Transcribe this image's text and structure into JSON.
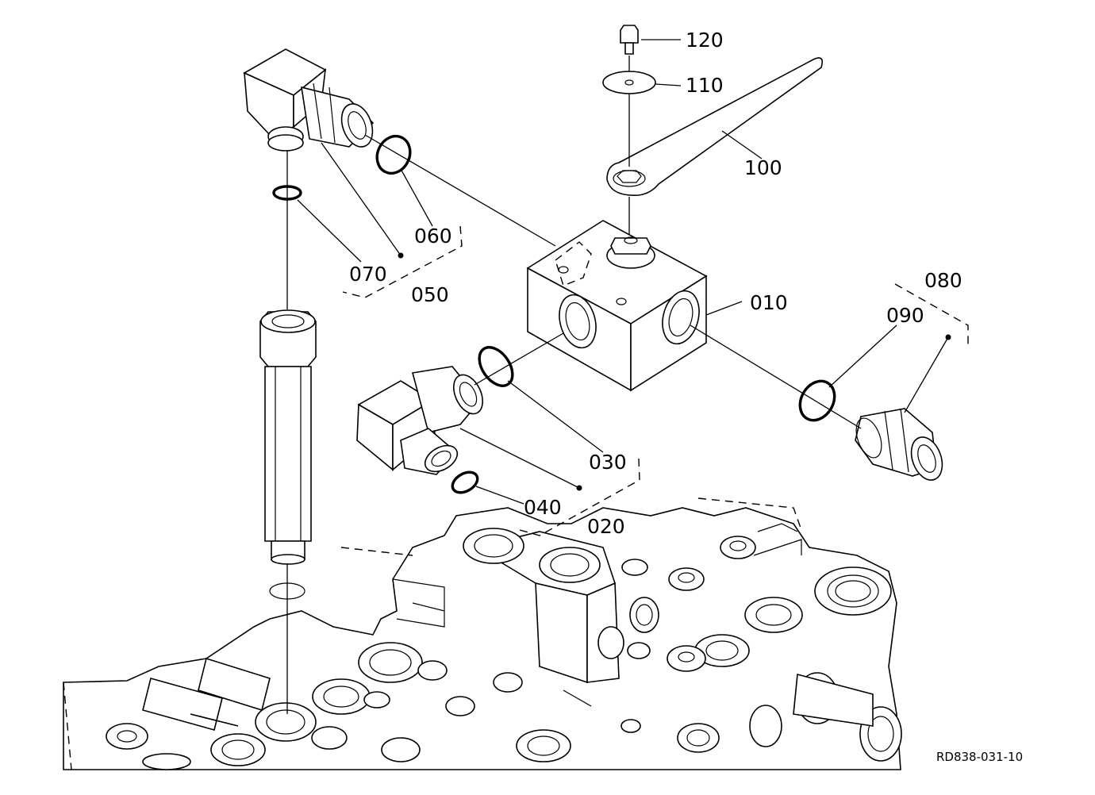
{
  "diagram": {
    "drawing_code": "RD838-031-10",
    "part_labels": [
      {
        "id": "120",
        "text": "120"
      },
      {
        "id": "110",
        "text": "110"
      },
      {
        "id": "100",
        "text": "100"
      },
      {
        "id": "060",
        "text": "060"
      },
      {
        "id": "070",
        "text": "070"
      },
      {
        "id": "050",
        "text": "050"
      },
      {
        "id": "010",
        "text": "010"
      },
      {
        "id": "080",
        "text": "080"
      },
      {
        "id": "090",
        "text": "090"
      },
      {
        "id": "030",
        "text": "030"
      },
      {
        "id": "040",
        "text": "040"
      },
      {
        "id": "020",
        "text": "020"
      }
    ]
  }
}
